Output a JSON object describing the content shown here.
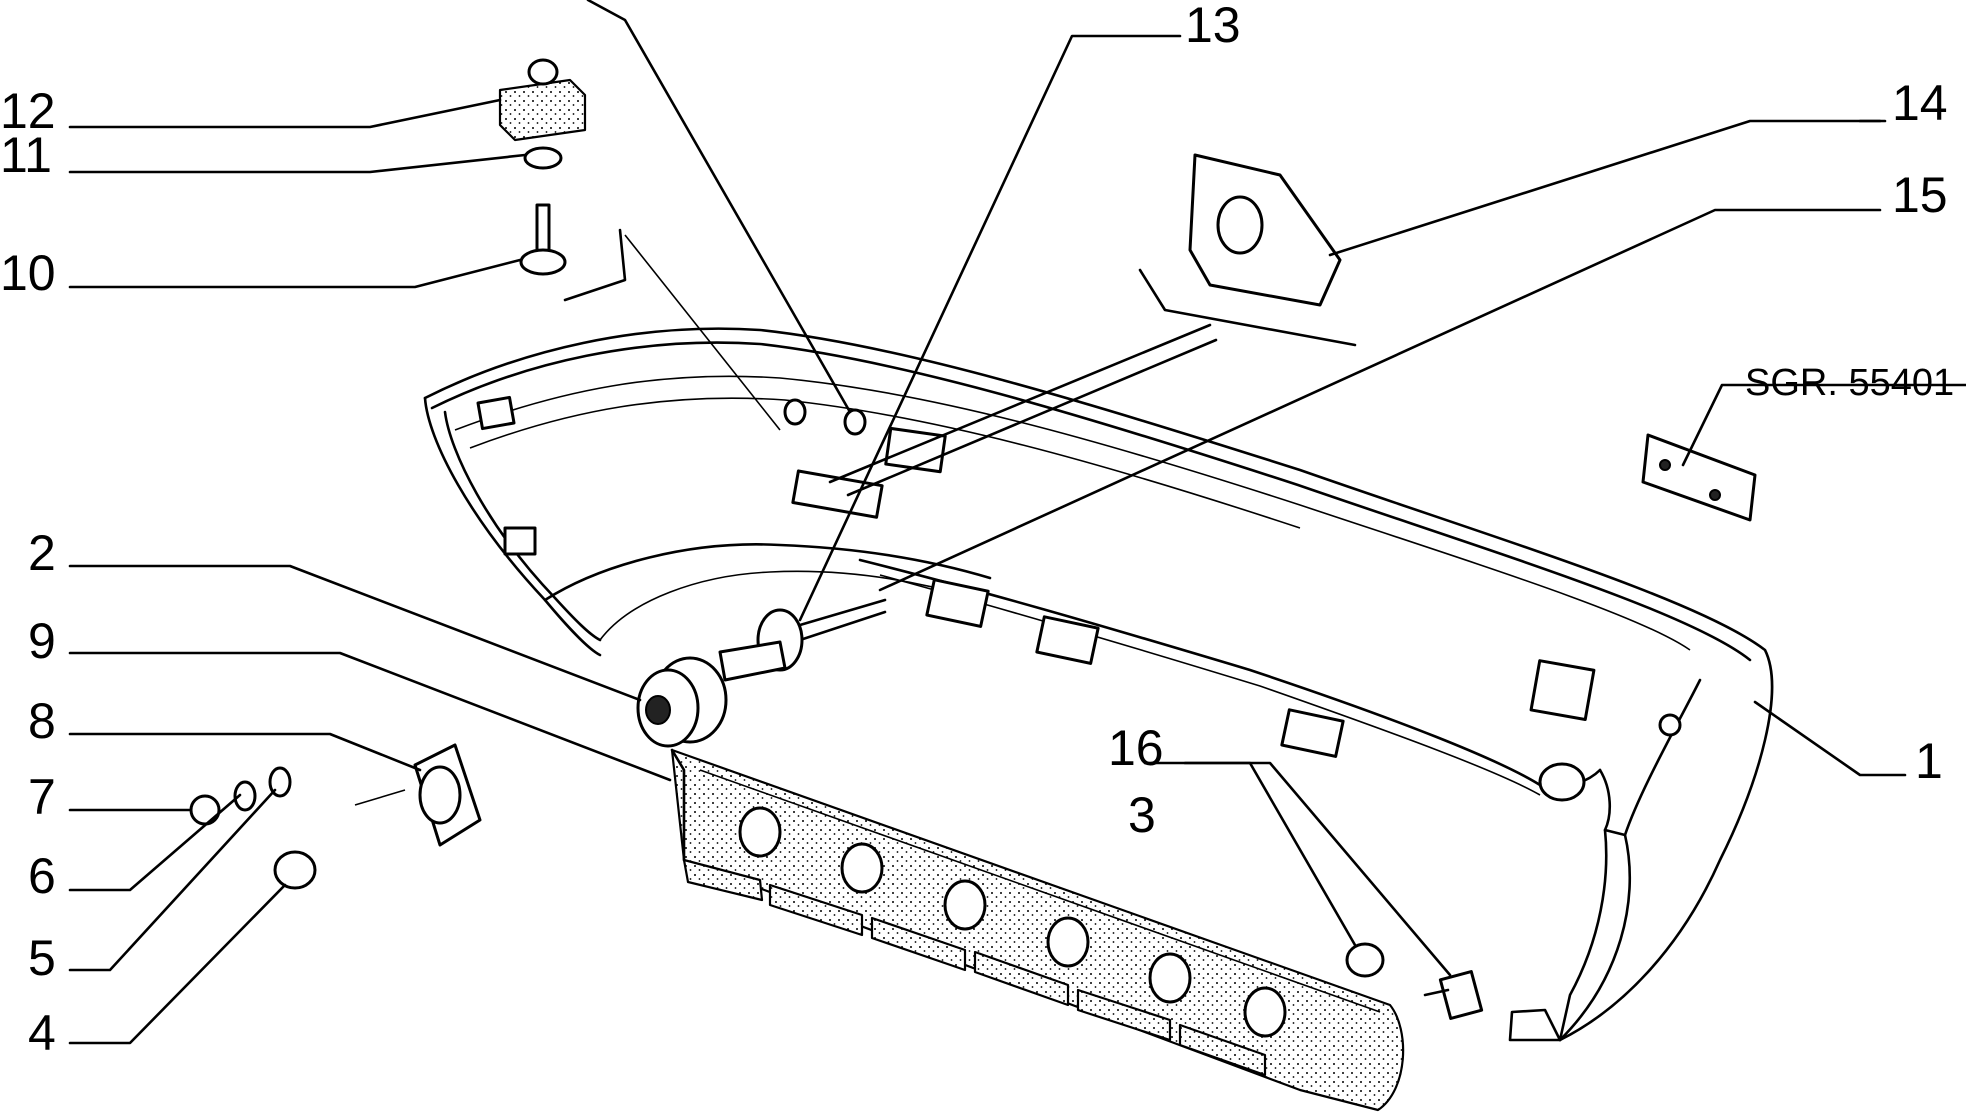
{
  "diagram": {
    "callouts": [
      {
        "id": "1",
        "text": "1"
      },
      {
        "id": "2",
        "text": "2"
      },
      {
        "id": "3",
        "text": "3"
      },
      {
        "id": "4",
        "text": "4"
      },
      {
        "id": "5",
        "text": "5"
      },
      {
        "id": "6",
        "text": "6"
      },
      {
        "id": "7",
        "text": "7"
      },
      {
        "id": "8",
        "text": "8"
      },
      {
        "id": "9",
        "text": "9"
      },
      {
        "id": "10",
        "text": "10"
      },
      {
        "id": "11",
        "text": "11"
      },
      {
        "id": "12",
        "text": "12"
      },
      {
        "id": "13",
        "text": "13"
      },
      {
        "id": "14",
        "text": "14"
      },
      {
        "id": "15",
        "text": "15"
      },
      {
        "id": "16",
        "text": "16"
      }
    ],
    "reference": "SGR. 55401"
  }
}
